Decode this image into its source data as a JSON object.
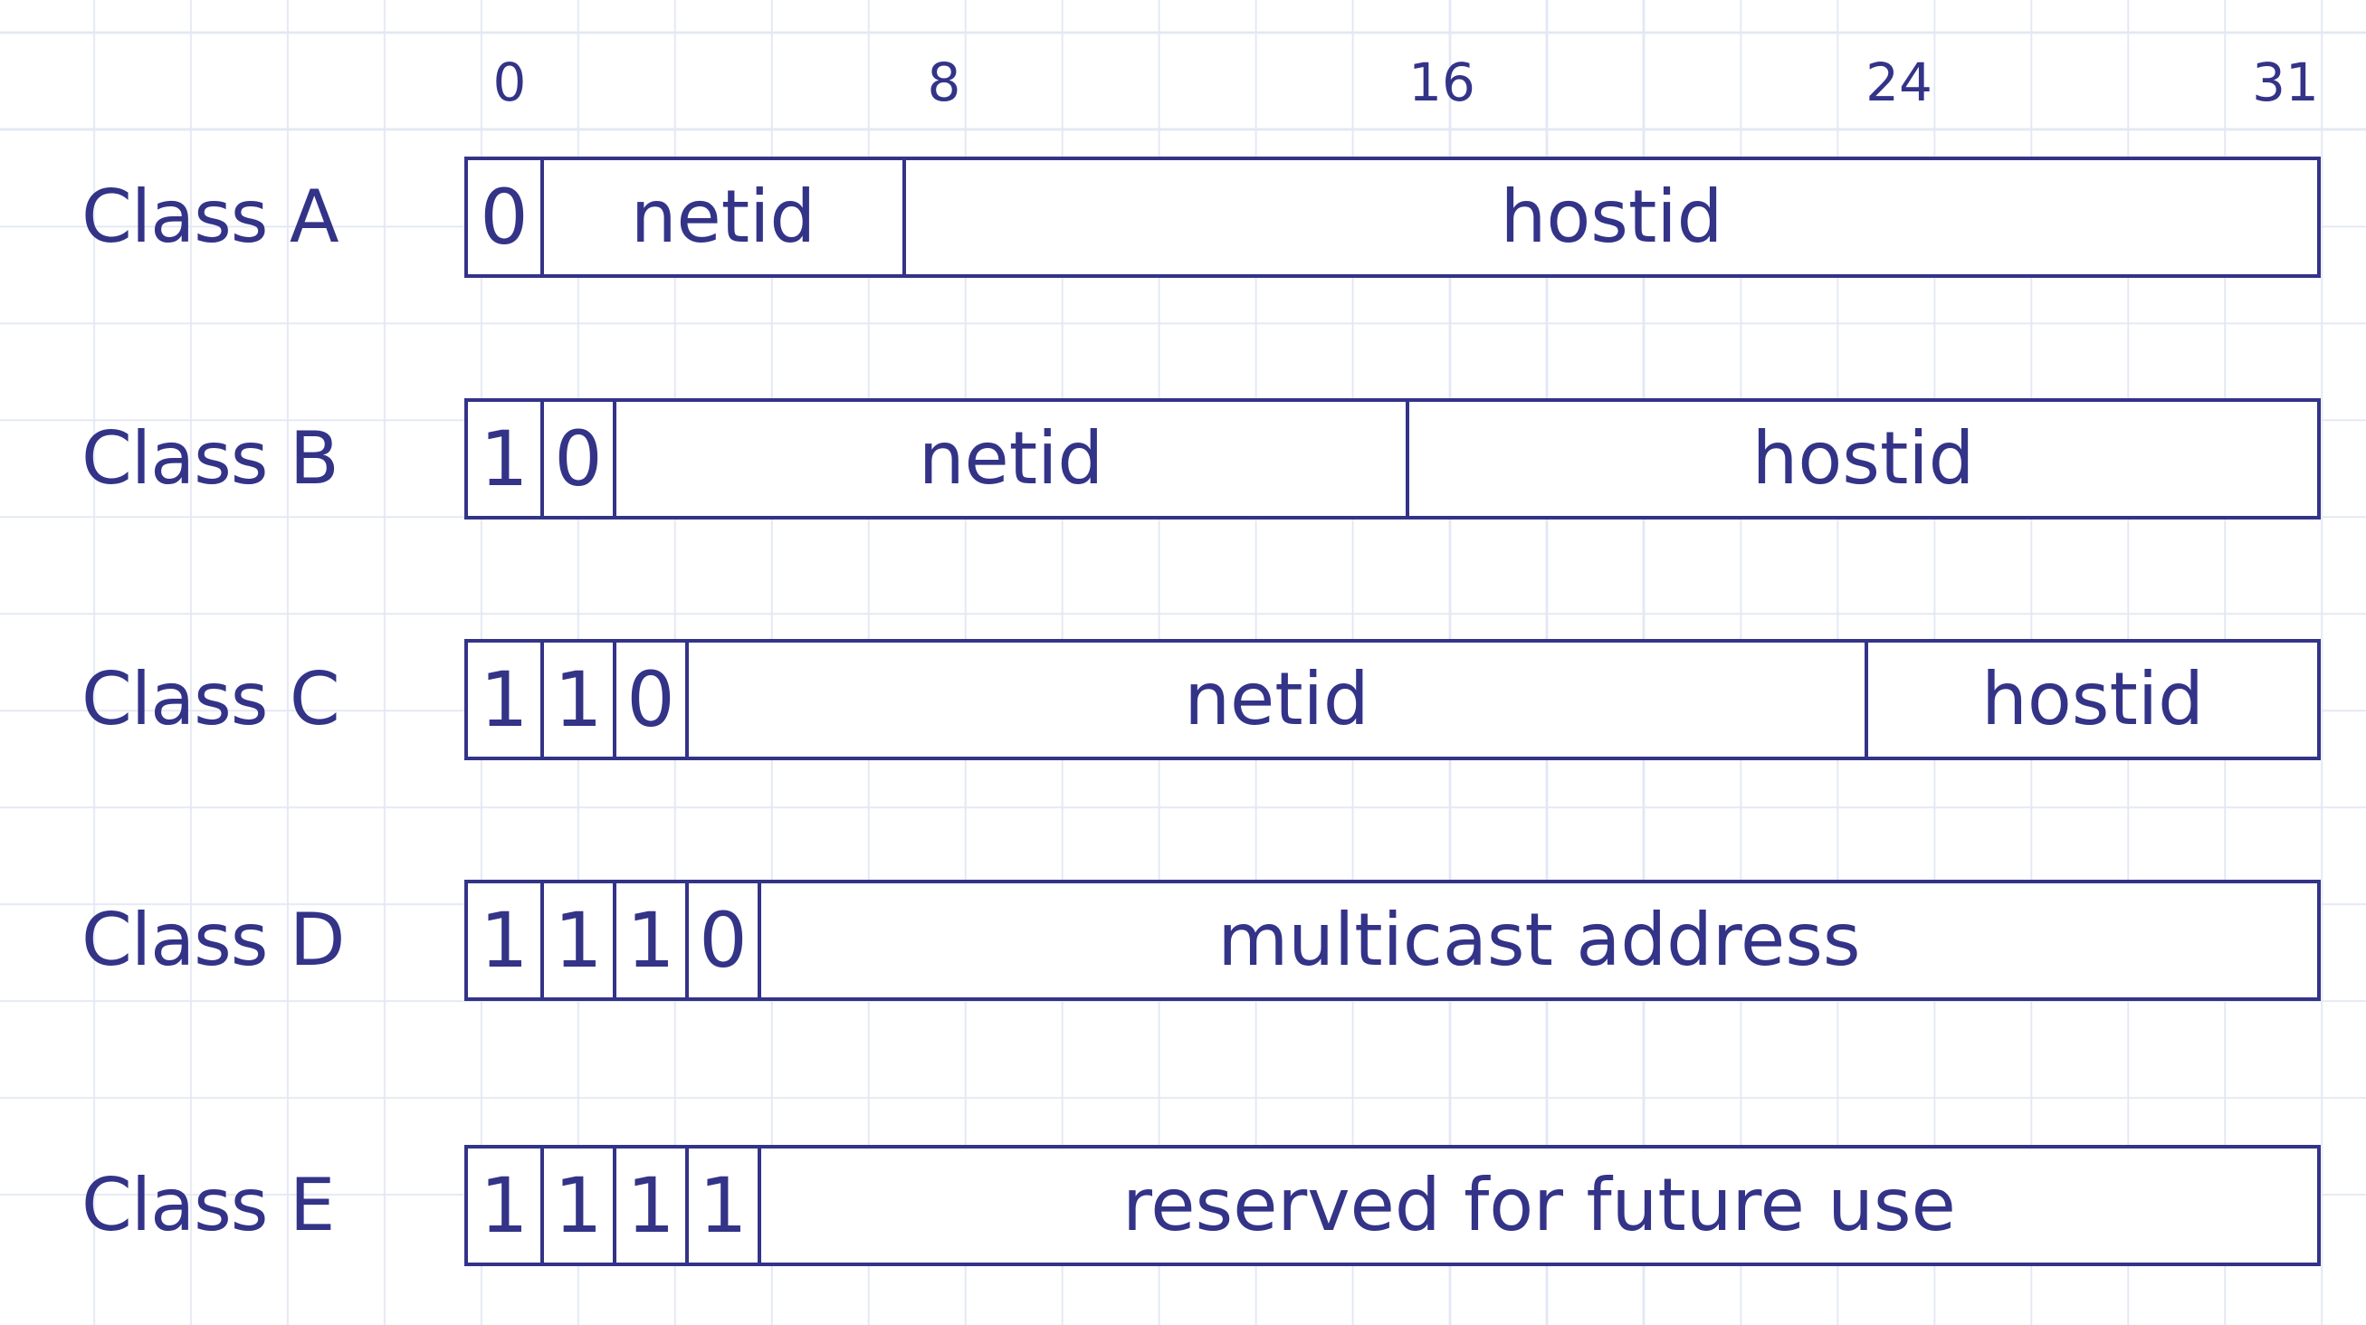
{
  "bit_positions": [
    "0",
    "8",
    "16",
    "24",
    "31"
  ],
  "classes": [
    {
      "label": "Class A",
      "fields": [
        {
          "text": "0",
          "kind": "bit",
          "start": 0,
          "end": 1
        },
        {
          "text": "netid",
          "kind": "field",
          "start": 1,
          "end": 6
        },
        {
          "text": "hostid",
          "kind": "field",
          "start": 6,
          "end": 32
        }
      ]
    },
    {
      "label": "Class B",
      "fields": [
        {
          "text": "1",
          "kind": "bit",
          "start": 0,
          "end": 1
        },
        {
          "text": "0",
          "kind": "bit",
          "start": 1,
          "end": 2
        },
        {
          "text": "netid",
          "kind": "field",
          "start": 2,
          "end": 13
        },
        {
          "text": "hostid",
          "kind": "field",
          "start": 13,
          "end": 32
        }
      ]
    },
    {
      "label": "Class C",
      "fields": [
        {
          "text": "1",
          "kind": "bit",
          "start": 0,
          "end": 1
        },
        {
          "text": "1",
          "kind": "bit",
          "start": 1,
          "end": 2
        },
        {
          "text": "0",
          "kind": "bit",
          "start": 2,
          "end": 3
        },
        {
          "text": "netid",
          "kind": "field",
          "start": 3,
          "end": 23
        },
        {
          "text": "hostid",
          "kind": "field",
          "start": 23,
          "end": 32
        }
      ]
    },
    {
      "label": "Class D",
      "fields": [
        {
          "text": "1",
          "kind": "bit",
          "start": 0,
          "end": 1
        },
        {
          "text": "1",
          "kind": "bit",
          "start": 1,
          "end": 2
        },
        {
          "text": "1",
          "kind": "bit",
          "start": 2,
          "end": 3
        },
        {
          "text": "0",
          "kind": "bit",
          "start": 3,
          "end": 4
        },
        {
          "text": "multicast address",
          "kind": "field",
          "start": 4,
          "end": 32
        }
      ]
    },
    {
      "label": "Class E",
      "fields": [
        {
          "text": "1",
          "kind": "bit",
          "start": 0,
          "end": 1
        },
        {
          "text": "1",
          "kind": "bit",
          "start": 1,
          "end": 2
        },
        {
          "text": "1",
          "kind": "bit",
          "start": 2,
          "end": 3
        },
        {
          "text": "1",
          "kind": "bit",
          "start": 3,
          "end": 4
        },
        {
          "text": "reserved for future use",
          "kind": "field",
          "start": 4,
          "end": 32
        }
      ]
    }
  ],
  "colors": {
    "ink": "#333388",
    "grid": "#e3e8f3",
    "background": "#ffffff"
  }
}
